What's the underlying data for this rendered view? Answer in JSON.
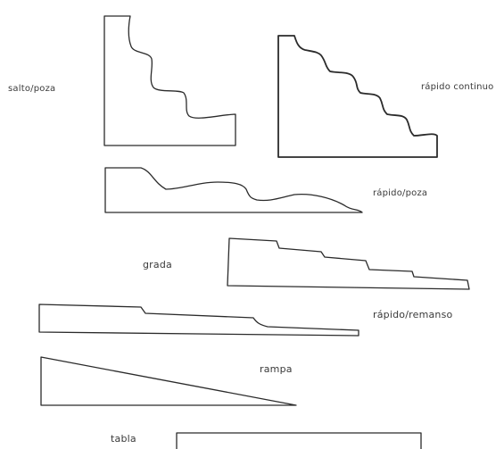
{
  "labels": {
    "salto_poza": "salto/poza",
    "rapido_continuo": "rápido continuo",
    "rapido_poza": "rápido/poza",
    "grada": "grada",
    "rapido_remanso": "rápido/remanso",
    "rampa": "rampa",
    "tabla": "tabla"
  },
  "colors": {
    "stroke": "#2b2b2b",
    "text": "#3a3a3a",
    "background": "#ffffff"
  }
}
